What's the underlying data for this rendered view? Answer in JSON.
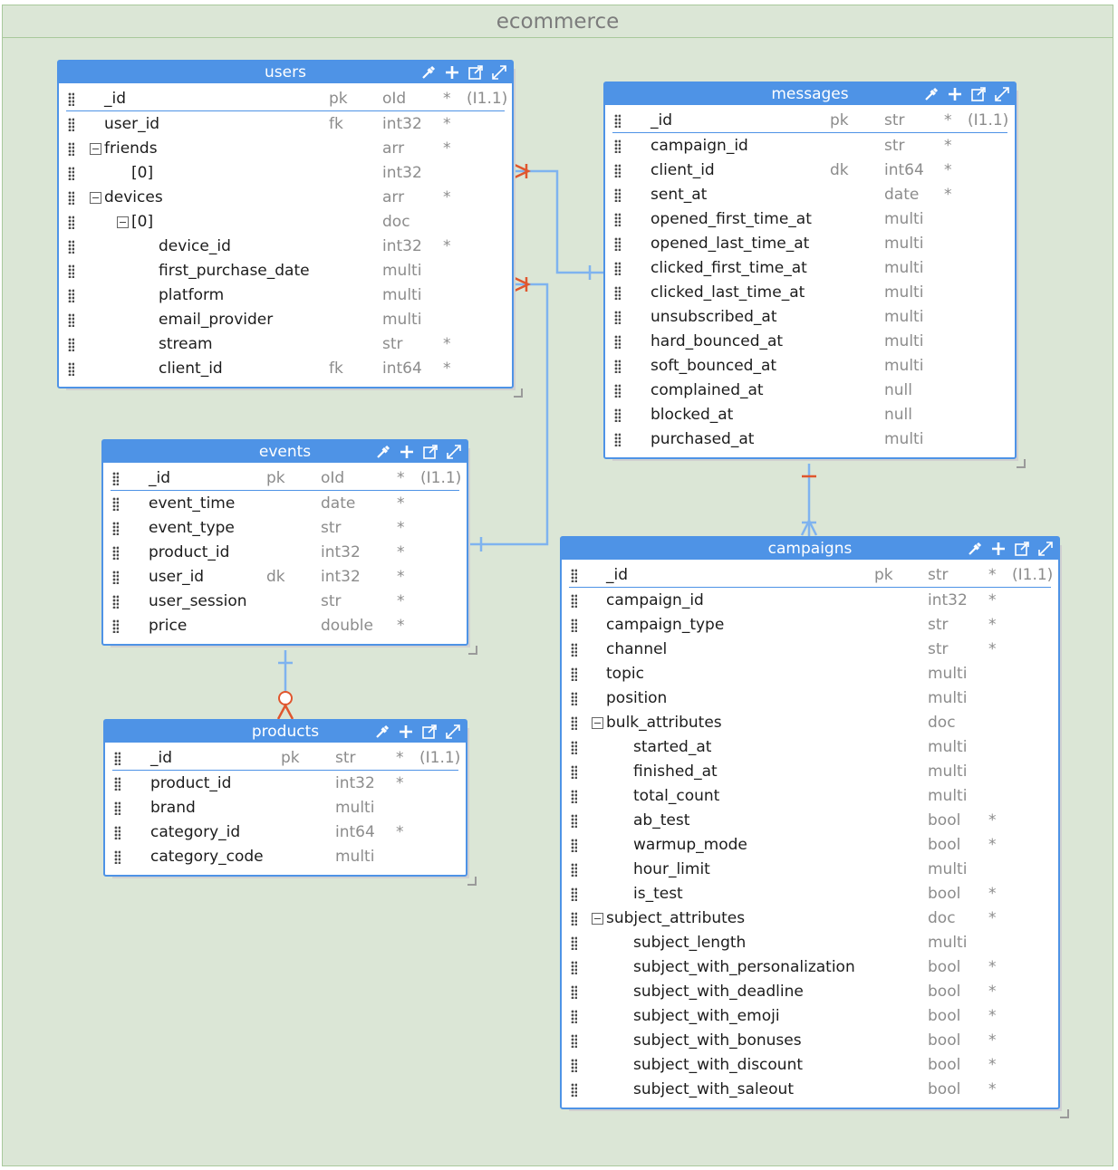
{
  "container": {
    "title": "ecommerce"
  },
  "colors": {
    "accent": "#4e93e6",
    "link": "#7fb3ef",
    "cardinality": "#e0562e",
    "background": "#dbe6d6"
  },
  "icons": [
    "drag-handle-icon",
    "collapse-icon",
    "eyedropper-icon",
    "plus-icon",
    "open-external-icon",
    "expand-icon"
  ],
  "entities": {
    "users": {
      "name": "users",
      "fields": [
        {
          "name": "_id",
          "key": "pk",
          "type": "oId",
          "required": "*",
          "version": "(I1.1)"
        },
        {
          "name": "user_id",
          "key": "fk",
          "type": "int32",
          "required": "*"
        },
        {
          "name": "friends",
          "key": "",
          "type": "arr",
          "required": "*"
        },
        {
          "name": "[0]",
          "key": "",
          "type": "int32",
          "required": ""
        },
        {
          "name": "devices",
          "key": "",
          "type": "arr",
          "required": "*"
        },
        {
          "name": "[0]",
          "key": "",
          "type": "doc",
          "required": ""
        },
        {
          "name": "device_id",
          "key": "",
          "type": "int32",
          "required": "*"
        },
        {
          "name": "first_purchase_date",
          "key": "",
          "type": "multi",
          "required": ""
        },
        {
          "name": "platform",
          "key": "",
          "type": "multi",
          "required": ""
        },
        {
          "name": "email_provider",
          "key": "",
          "type": "multi",
          "required": ""
        },
        {
          "name": "stream",
          "key": "",
          "type": "str",
          "required": "*"
        },
        {
          "name": "client_id",
          "key": "fk",
          "type": "int64",
          "required": "*"
        }
      ]
    },
    "messages": {
      "name": "messages",
      "fields": [
        {
          "name": "_id",
          "key": "pk",
          "type": "str",
          "required": "*",
          "version": "(I1.1)"
        },
        {
          "name": "campaign_id",
          "key": "",
          "type": "str",
          "required": "*"
        },
        {
          "name": "client_id",
          "key": "dk",
          "type": "int64",
          "required": "*"
        },
        {
          "name": "sent_at",
          "key": "",
          "type": "date",
          "required": "*"
        },
        {
          "name": "opened_first_time_at",
          "key": "",
          "type": "multi",
          "required": ""
        },
        {
          "name": "opened_last_time_at",
          "key": "",
          "type": "multi",
          "required": ""
        },
        {
          "name": "clicked_first_time_at",
          "key": "",
          "type": "multi",
          "required": ""
        },
        {
          "name": "clicked_last_time_at",
          "key": "",
          "type": "multi",
          "required": ""
        },
        {
          "name": "unsubscribed_at",
          "key": "",
          "type": "multi",
          "required": ""
        },
        {
          "name": "hard_bounced_at",
          "key": "",
          "type": "multi",
          "required": ""
        },
        {
          "name": "soft_bounced_at",
          "key": "",
          "type": "multi",
          "required": ""
        },
        {
          "name": "complained_at",
          "key": "",
          "type": "null",
          "required": ""
        },
        {
          "name": "blocked_at",
          "key": "",
          "type": "null",
          "required": ""
        },
        {
          "name": "purchased_at",
          "key": "",
          "type": "multi",
          "required": ""
        }
      ]
    },
    "events": {
      "name": "events",
      "fields": [
        {
          "name": "_id",
          "key": "pk",
          "type": "oId",
          "required": "*",
          "version": "(I1.1)"
        },
        {
          "name": "event_time",
          "key": "",
          "type": "date",
          "required": "*"
        },
        {
          "name": "event_type",
          "key": "",
          "type": "str",
          "required": "*"
        },
        {
          "name": "product_id",
          "key": "",
          "type": "int32",
          "required": "*"
        },
        {
          "name": "user_id",
          "key": "dk",
          "type": "int32",
          "required": "*"
        },
        {
          "name": "user_session",
          "key": "",
          "type": "str",
          "required": "*"
        },
        {
          "name": "price",
          "key": "",
          "type": "double",
          "required": "*"
        }
      ]
    },
    "products": {
      "name": "products",
      "fields": [
        {
          "name": "_id",
          "key": "pk",
          "type": "str",
          "required": "*",
          "version": "(I1.1)"
        },
        {
          "name": "product_id",
          "key": "",
          "type": "int32",
          "required": "*"
        },
        {
          "name": "brand",
          "key": "",
          "type": "multi",
          "required": ""
        },
        {
          "name": "category_id",
          "key": "",
          "type": "int64",
          "required": "*"
        },
        {
          "name": "category_code",
          "key": "",
          "type": "multi",
          "required": ""
        }
      ]
    },
    "campaigns": {
      "name": "campaigns",
      "fields": [
        {
          "name": "_id",
          "key": "pk",
          "type": "str",
          "required": "*",
          "version": "(I1.1)"
        },
        {
          "name": "campaign_id",
          "key": "",
          "type": "int32",
          "required": "*"
        },
        {
          "name": "campaign_type",
          "key": "",
          "type": "str",
          "required": "*"
        },
        {
          "name": "channel",
          "key": "",
          "type": "str",
          "required": "*"
        },
        {
          "name": "topic",
          "key": "",
          "type": "multi",
          "required": ""
        },
        {
          "name": "position",
          "key": "",
          "type": "multi",
          "required": ""
        },
        {
          "name": "bulk_attributes",
          "key": "",
          "type": "doc",
          "required": ""
        },
        {
          "name": "started_at",
          "key": "",
          "type": "multi",
          "required": ""
        },
        {
          "name": "finished_at",
          "key": "",
          "type": "multi",
          "required": ""
        },
        {
          "name": "total_count",
          "key": "",
          "type": "multi",
          "required": ""
        },
        {
          "name": "ab_test",
          "key": "",
          "type": "bool",
          "required": "*"
        },
        {
          "name": "warmup_mode",
          "key": "",
          "type": "bool",
          "required": "*"
        },
        {
          "name": "hour_limit",
          "key": "",
          "type": "multi",
          "required": ""
        },
        {
          "name": "is_test",
          "key": "",
          "type": "bool",
          "required": "*"
        },
        {
          "name": "subject_attributes",
          "key": "",
          "type": "doc",
          "required": "*"
        },
        {
          "name": "subject_length",
          "key": "",
          "type": "multi",
          "required": ""
        },
        {
          "name": "subject_with_personalization",
          "key": "",
          "type": "bool",
          "required": "*"
        },
        {
          "name": "subject_with_deadline",
          "key": "",
          "type": "bool",
          "required": "*"
        },
        {
          "name": "subject_with_emoji",
          "key": "",
          "type": "bool",
          "required": "*"
        },
        {
          "name": "subject_with_bonuses",
          "key": "",
          "type": "bool",
          "required": "*"
        },
        {
          "name": "subject_with_discount",
          "key": "",
          "type": "bool",
          "required": "*"
        },
        {
          "name": "subject_with_saleout",
          "key": "",
          "type": "bool",
          "required": "*"
        }
      ]
    }
  }
}
